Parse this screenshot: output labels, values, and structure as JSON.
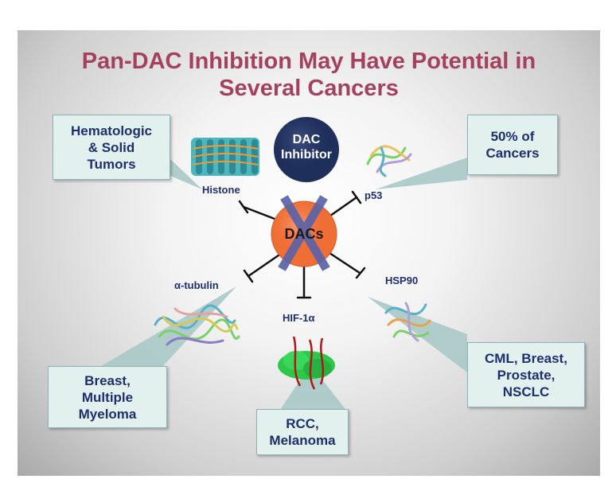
{
  "title": {
    "line1": "Pan-DAC Inhibition May Have Potential in",
    "line2": "Several Cancers"
  },
  "center": {
    "label": "DACs"
  },
  "inhibitor": {
    "line1": "DAC",
    "line2": "Inhibitor"
  },
  "targets": {
    "histone": "Histone",
    "p53": "p53",
    "tubulin": "α-tubulin",
    "hif": "HIF-1α",
    "hsp90": "HSP90"
  },
  "callouts": {
    "hematologic": [
      "Hematologic",
      "& Solid",
      "Tumors"
    ],
    "cancers": [
      "50% of",
      "Cancers"
    ],
    "breast": [
      "Breast,",
      "Multiple",
      "Myeloma"
    ],
    "rcc": [
      "RCC,",
      "Melanoma"
    ],
    "cml": [
      "CML, Breast,",
      "Prostate,",
      "NSCLC"
    ]
  },
  "colors": {
    "title": "#a3415e",
    "text": "#1f2f6e",
    "dac_circle": "#ef6e35",
    "inhibitor_circle": "#1f2f5c",
    "cross": "#5b63a8",
    "callout_fill": "#e2f0ee",
    "wedge": "#a8c9c8"
  }
}
